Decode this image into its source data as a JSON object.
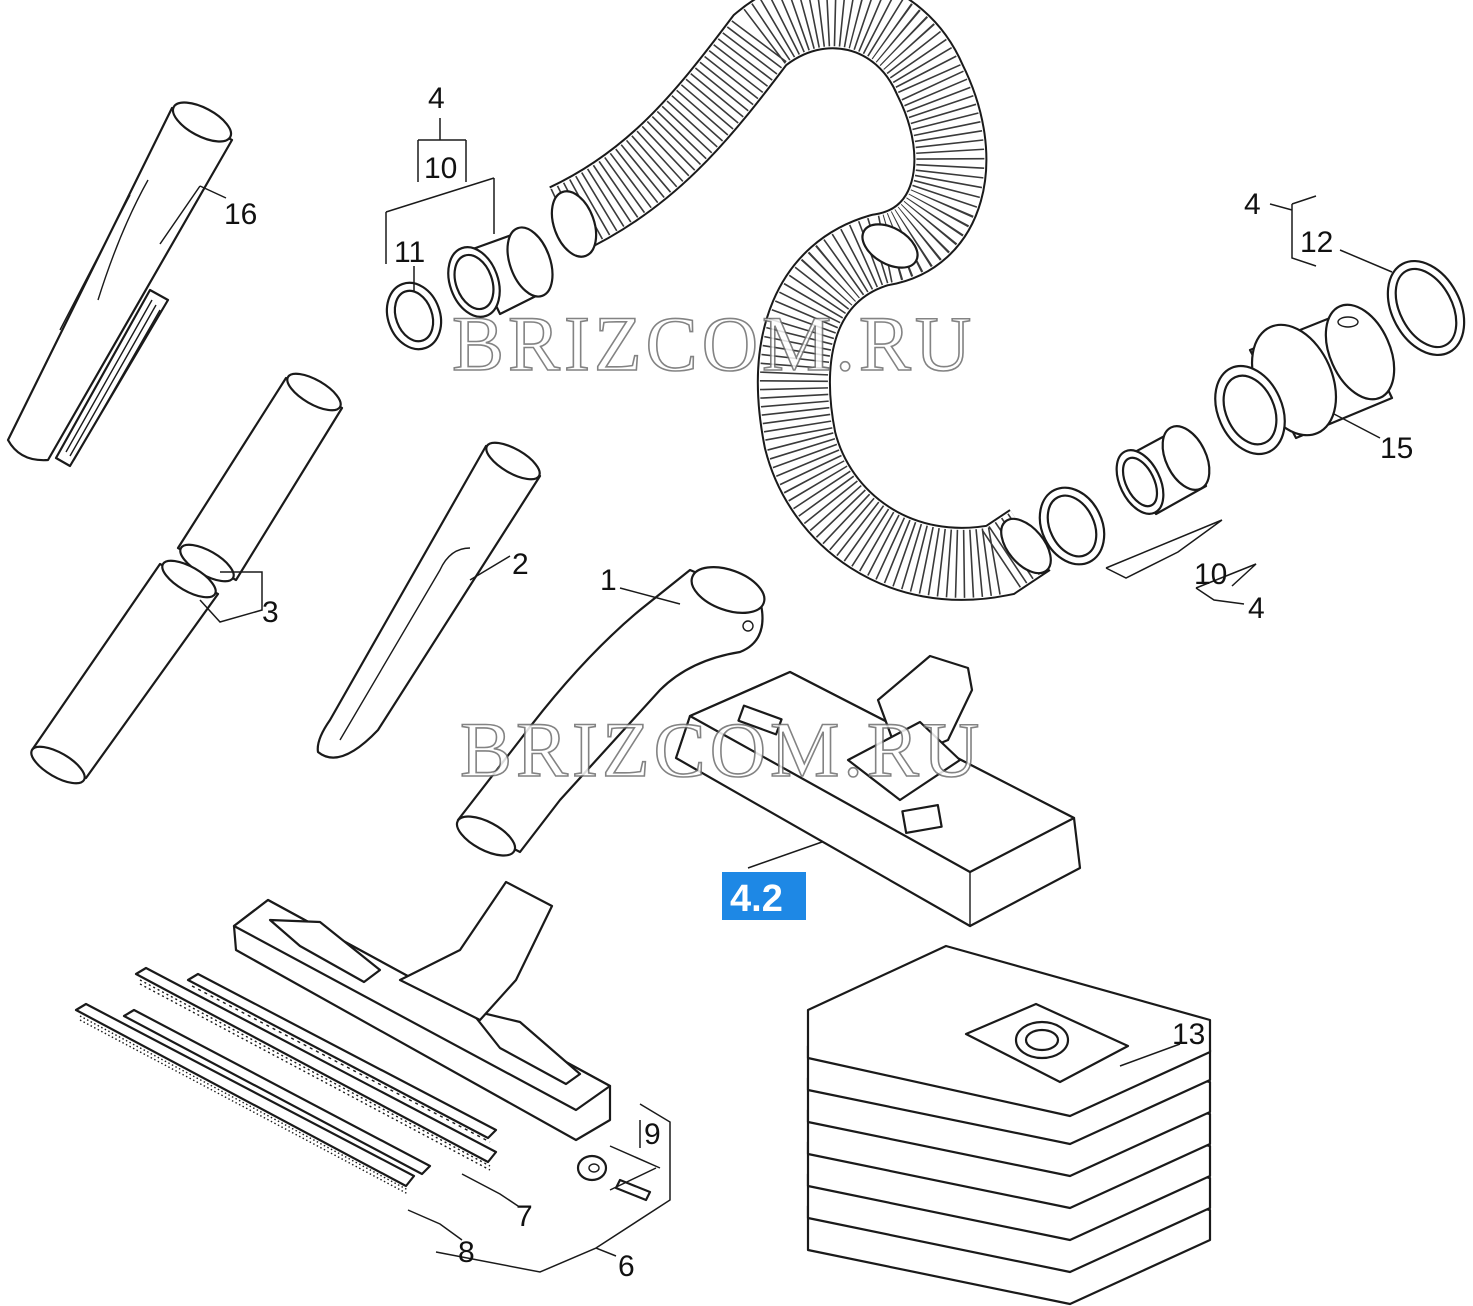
{
  "watermarks": [
    "BRIZCOM.RU",
    "BRIZCOM.RU"
  ],
  "badge": {
    "text": "4.2",
    "color": "#1e88e5"
  },
  "labels": {
    "l4a": "4",
    "l10a": "10",
    "l11": "11",
    "l16": "16",
    "l3": "3",
    "l2": "2",
    "l1": "1",
    "l4b": "4",
    "l12": "12",
    "l15": "15",
    "l10b": "10",
    "l4c": "4",
    "l13": "13",
    "l9": "9",
    "l7": "7",
    "l8": "8",
    "l6": "6"
  },
  "colors": {
    "line": "#1a1a1a",
    "badge": "#1e88e5",
    "watermark_stroke": "#6e6e6e"
  }
}
